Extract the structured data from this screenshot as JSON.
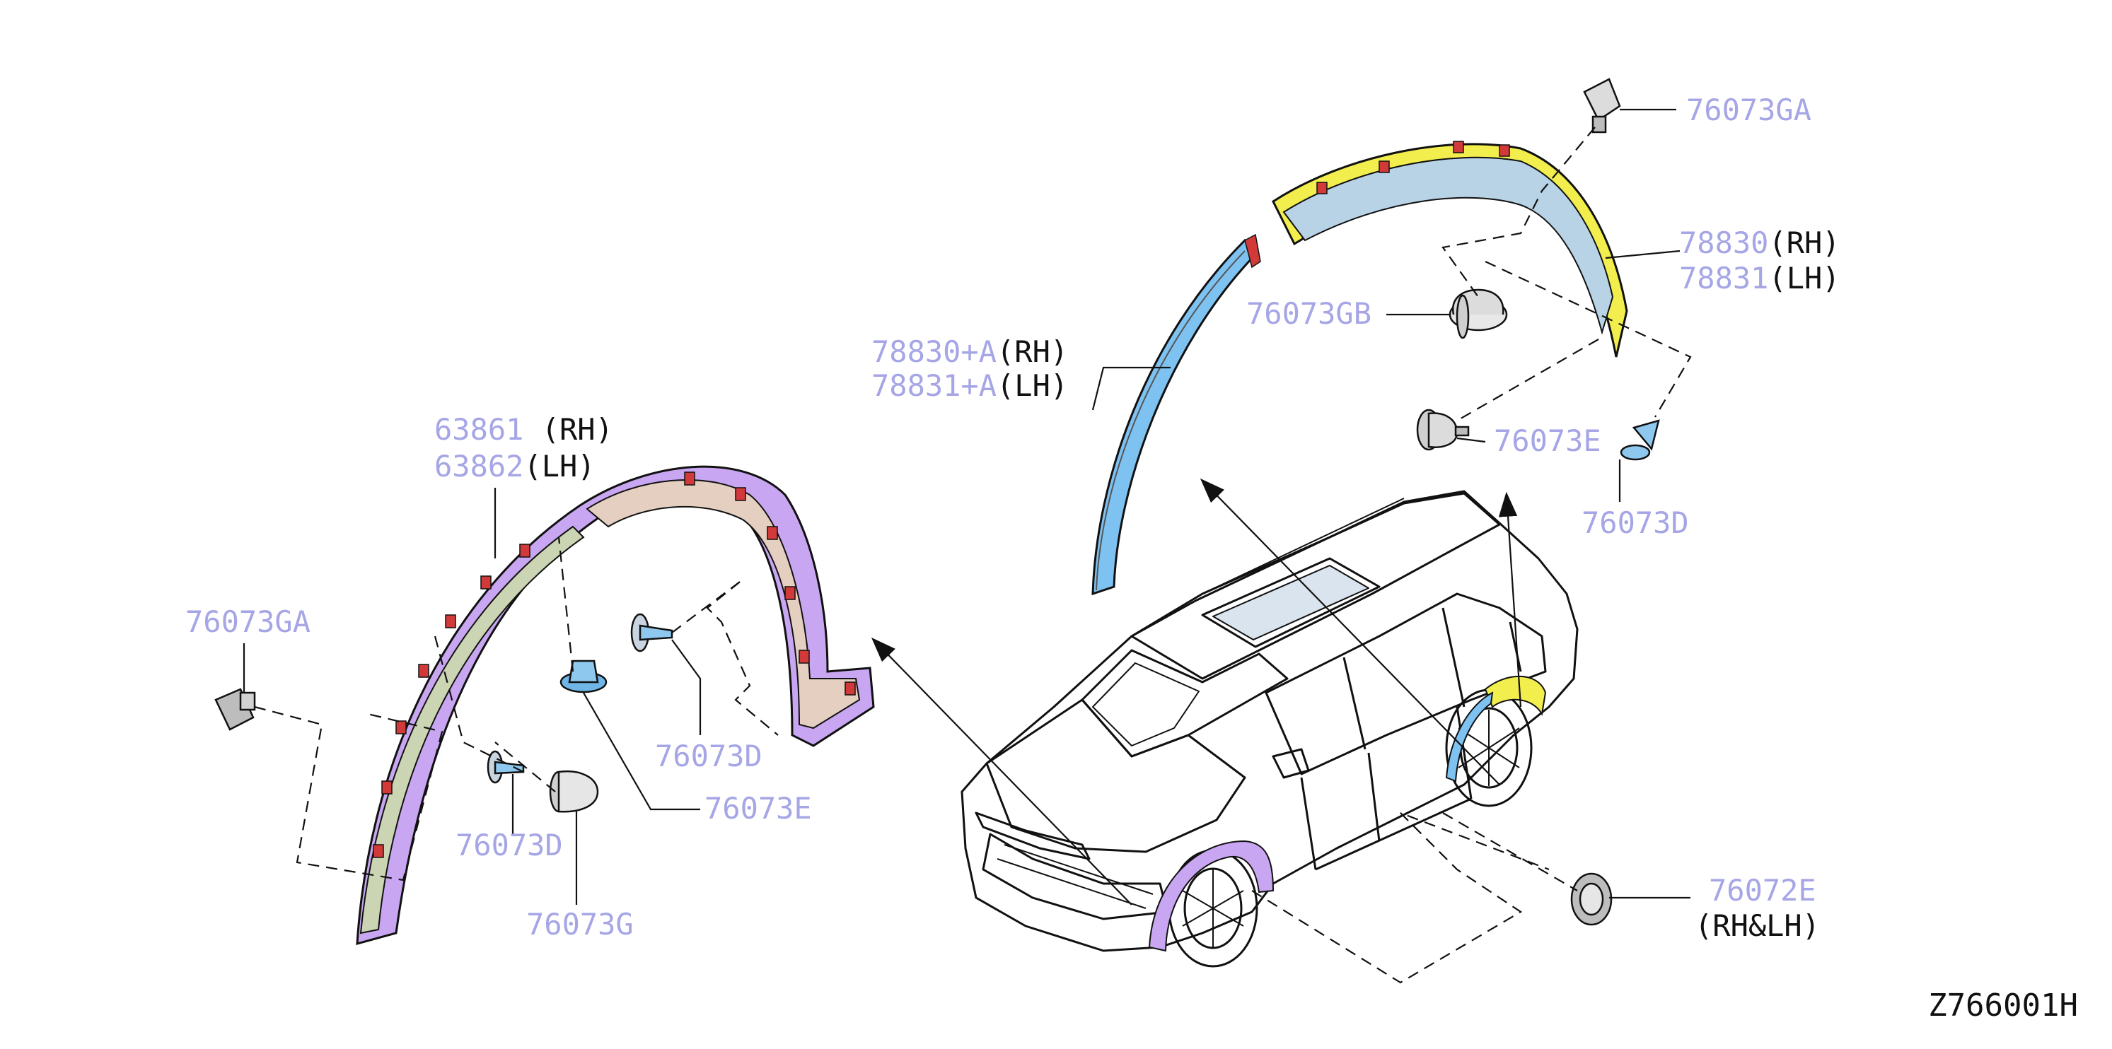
{
  "colors": {
    "part_number": "#a6a6e6",
    "side_text": "#111111",
    "rear_wheel_arch_trim": "#c9a6f2",
    "rear_arch_inner_panel": "#e4cfc0",
    "front_wheel_arch_trim": "#f2ee4d",
    "front_arch_inner_panel": "#b8d2e6",
    "front_arch_seal": "#7ec2f2",
    "clip": "#8ec8ee",
    "clip_red": "#d23a3a"
  },
  "callouts": {
    "c1": {
      "part": "76073GA",
      "side": ""
    },
    "c2": {
      "part": "78830",
      "side": "(RH)"
    },
    "c3": {
      "part": "78831",
      "side": "(LH)"
    },
    "c4": {
      "part": "76073GB",
      "side": ""
    },
    "c5": {
      "part": "78830+A",
      "side": "(RH)"
    },
    "c6": {
      "part": "78831+A",
      "side": "(LH)"
    },
    "c7": {
      "part": "76073E",
      "side": ""
    },
    "c8": {
      "part": "76073D",
      "side": ""
    },
    "c9": {
      "part": "63861",
      "side": "(RH)"
    },
    "c10": {
      "part": "63862",
      "side": "(LH)"
    },
    "c11": {
      "part": "76073GA",
      "side": ""
    },
    "c12": {
      "part": "76073D",
      "side": ""
    },
    "c13": {
      "part": "76073E",
      "side": ""
    },
    "c14": {
      "part": "76073D",
      "side": ""
    },
    "c15": {
      "part": "76073G",
      "side": ""
    },
    "c16": {
      "part": "76072E",
      "side": ""
    },
    "c17": {
      "part": "",
      "side": "(RH&LH)"
    }
  },
  "figure_ref": "Z766001H"
}
